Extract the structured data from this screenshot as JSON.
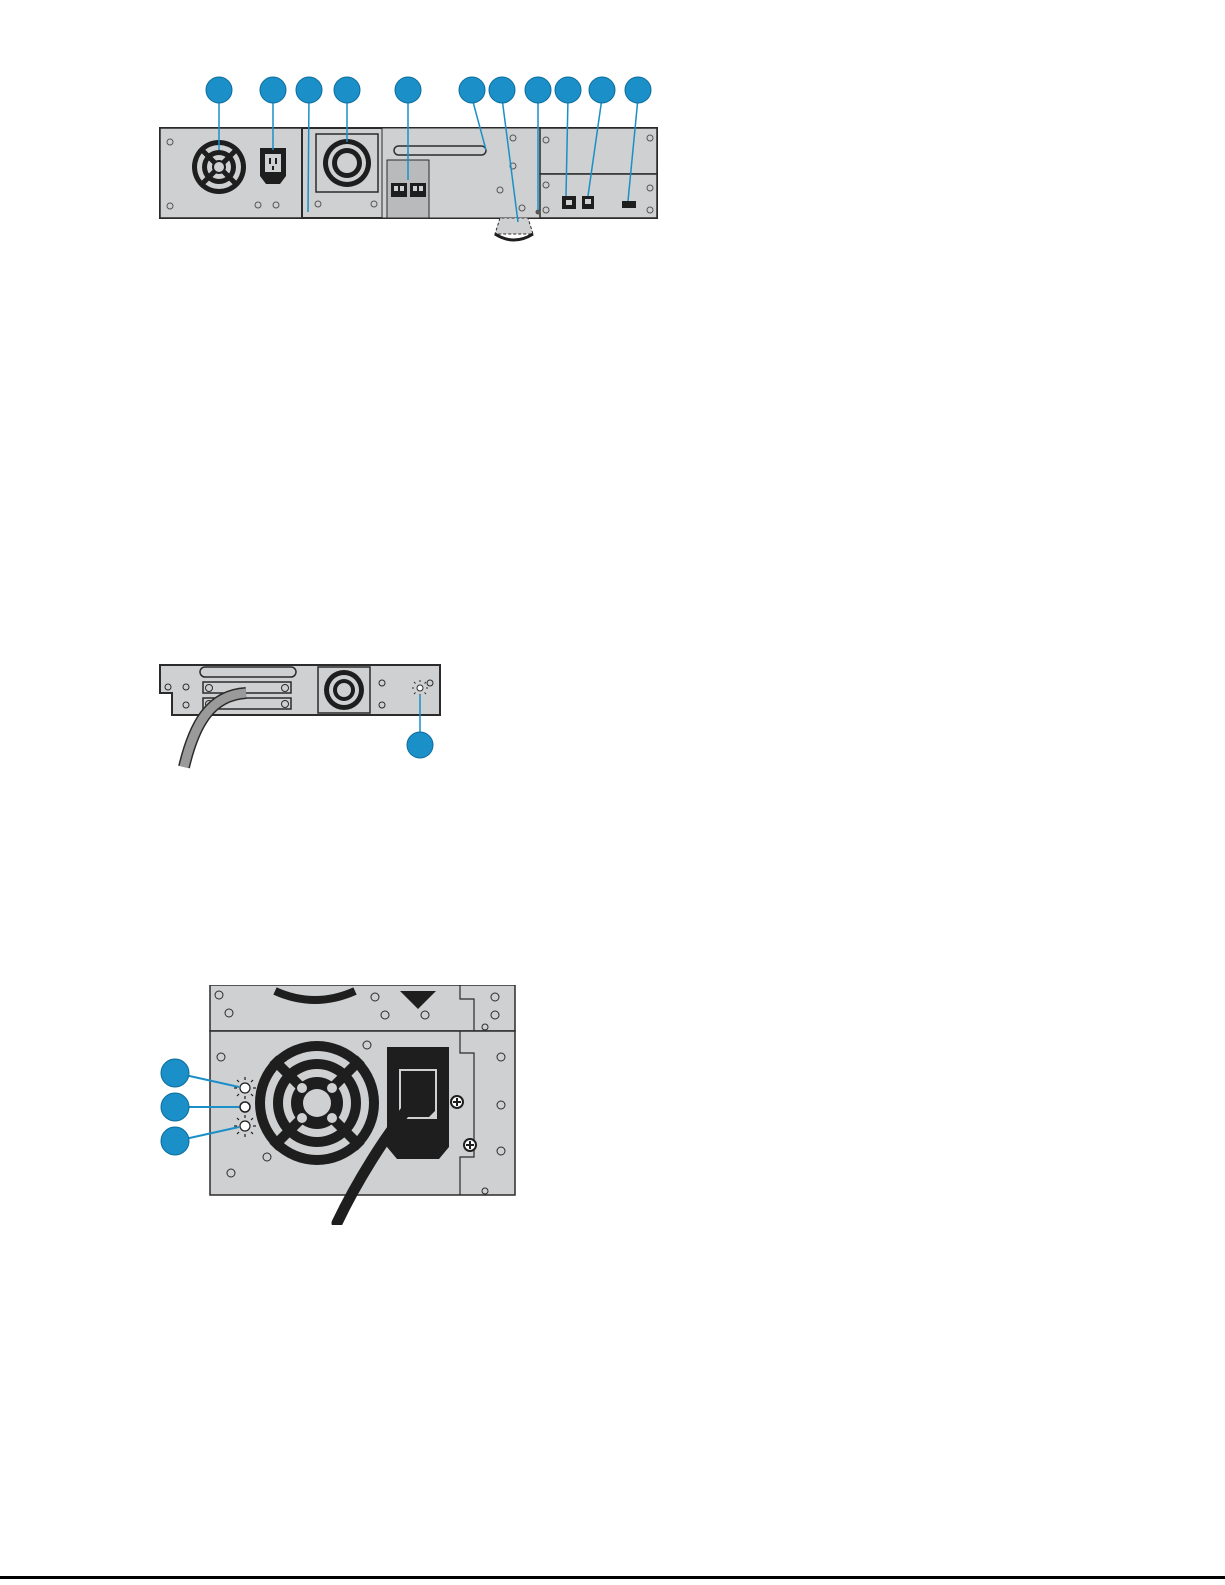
{
  "colors": {
    "callout": "#1a8fc8",
    "callout_stroke": "#0d6d9c",
    "panel": "#cfd0d1",
    "panel_dark": "#b9babb",
    "outline": "#2b2b2b",
    "cable": "#9a9a9a",
    "cable_dark": "#222222"
  },
  "figures": [
    {
      "name": "rear-panel-full",
      "callout_count": 11
    },
    {
      "name": "tape-drive-rear",
      "callout_count": 1
    },
    {
      "name": "power-supply-closeup",
      "callout_count": 3
    }
  ]
}
